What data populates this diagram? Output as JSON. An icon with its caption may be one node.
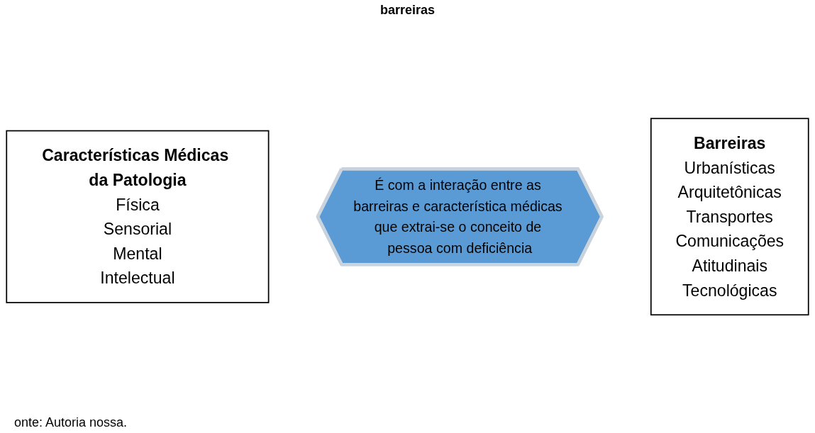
{
  "diagram": {
    "nodes": [
      {
        "text": [
          "Características Médicas da Patologia",
          "Física",
          "Sensorial",
          "Mental",
          "Intelectual"
        ]
      },
      {
        "text": [
          "É com a interação entre as barreiras e característica médicas que extrai-se o conceito de pessoa com deficiência"
        ]
      },
      {
        "text": [
          "Barreiras",
          "Urbanísticas",
          "Arquitetônicas",
          "Transportes",
          "Comunicações",
          "Atitudinais",
          "Tecnológicas"
        ]
      }
    ],
    "edges": [],
    "labels": [
      "barreiras",
      "onte: Autoria nossa."
    ]
  }
}
